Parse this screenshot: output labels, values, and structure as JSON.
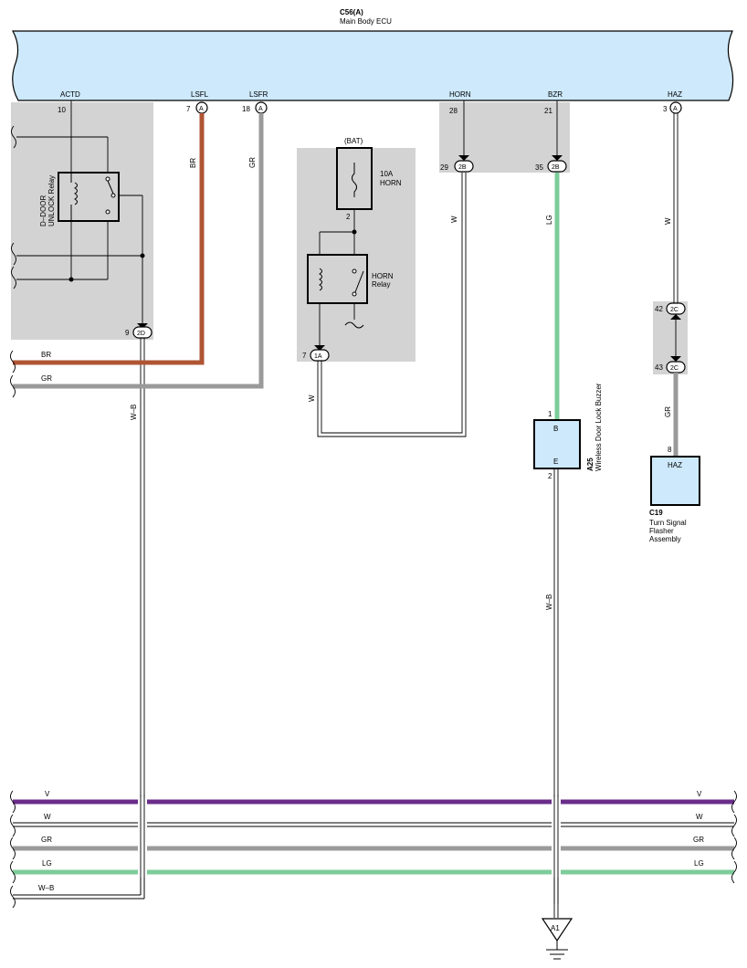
{
  "ecu": {
    "connector": "C56(A)",
    "title": "Main Body ECU"
  },
  "ecu_terminals": {
    "actd": {
      "name": "ACTD",
      "pin": "10"
    },
    "lsfl": {
      "name": "LSFL",
      "pin": "7",
      "conn": "A"
    },
    "lsfr": {
      "name": "LSFR",
      "pin": "18",
      "conn": "A"
    },
    "horn": {
      "name": "HORN",
      "pin": "28"
    },
    "bzr": {
      "name": "BZR",
      "pin": "21"
    },
    "haz": {
      "name": "HAZ",
      "pin": "3",
      "conn": "A"
    }
  },
  "relays": {
    "door_unlock": "D–DOOR\nUNLOCK Relay",
    "horn_relay": {
      "line1": "HORN",
      "line2": "Relay"
    }
  },
  "fuse": {
    "source": "(BAT)",
    "rating": "10A",
    "name": "HORN",
    "out_pin": "2"
  },
  "junctions": {
    "j2d": {
      "pin": "9",
      "conn": "2D"
    },
    "j1a": {
      "pin": "7",
      "conn": "1A"
    },
    "j2b_horn": {
      "pin": "29",
      "conn": "2B"
    },
    "j2b_bzr": {
      "pin": "35",
      "conn": "2B"
    },
    "j2c_top": {
      "pin": "42",
      "conn": "2C"
    },
    "j2c_bot": {
      "pin": "43",
      "conn": "2C"
    }
  },
  "wire_labels": {
    "br": "BR",
    "gr": "GR",
    "w": "W",
    "lg": "LG",
    "wb": "W–B"
  },
  "buzzer": {
    "connector": "A25",
    "name": "Wireless Door Lock Buzzer",
    "pin_b_label": "B",
    "pin_e_label": "E",
    "pin_b": "1",
    "pin_e": "2"
  },
  "flasher": {
    "connector": "C19",
    "term": "HAZ",
    "pin": "8",
    "name_line1": "Turn Signal",
    "name_line2": "Flasher",
    "name_line3": "Assembly"
  },
  "bus": {
    "v": "V",
    "w": "W",
    "gr": "GR",
    "lg": "LG",
    "wb": "W–B"
  },
  "ground": {
    "label": "A1"
  },
  "colors": {
    "ecu_fill": "#cde9fb",
    "shade": "#d3d3d3",
    "brown": "#b05534",
    "gray": "#9a9a9a",
    "green": "#7dcc9a",
    "violet": "#6a2d8a",
    "component_fill": "#cde9fb"
  }
}
